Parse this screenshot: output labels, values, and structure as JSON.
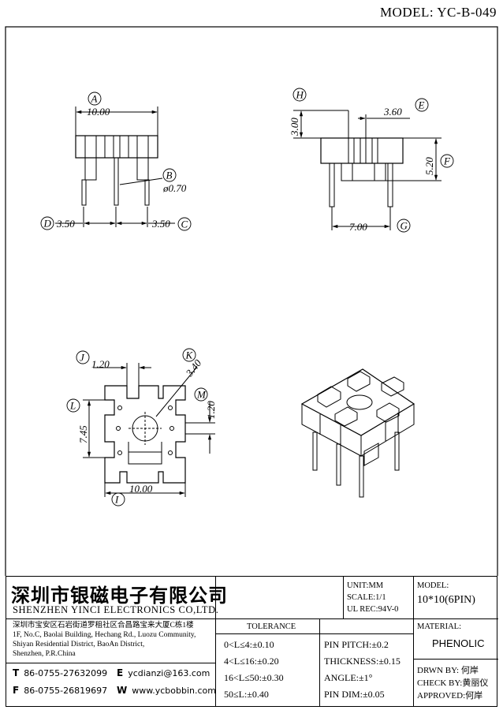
{
  "model_label": "MODEL: YC-B-049",
  "dims": {
    "A": "A",
    "A_val": "10.00",
    "B": "B",
    "B_val": "ø0.70",
    "C": "C",
    "C_val": "3.50",
    "D": "D",
    "D_val": "3.50",
    "E": "E",
    "E_val": "3.60",
    "F": "F",
    "F_val": "5.20",
    "G": "G",
    "G_val": "7.00",
    "H": "H",
    "H_val": "3.00",
    "I": "I",
    "I_val": "10.00",
    "J": "J",
    "J_val": "1.20",
    "K": "K",
    "K_val": "3.40",
    "L": "L",
    "L_val": "7.45",
    "M": "M",
    "M_val": "1.20"
  },
  "title_block": {
    "company_cn": "深圳市银磁电子有限公司",
    "company_en": "SHENZHEN YINCI ELECTRONICS CO,LTD.",
    "address": [
      "深圳市宝安区石岩街道罗租社区合昌路宝来大厦C栋1楼",
      "1F, No.C, Baolai Building, Hechang Rd., Luozu Community,",
      "Shiyan Residential District, BaoAn District,",
      "Shenzhen, P.R.China"
    ],
    "tel_label": "T",
    "tel": "86-0755-27632099",
    "fax_label": "F",
    "fax": "86-0755-26819697",
    "email_label": "E",
    "email": "ycdianzi@163.com",
    "web_label": "W",
    "web": "www.ycbobbin.com",
    "unit": "UNIT:MM",
    "scale": "SCALE:1/1",
    "ul": "UL REC:94V-0",
    "model_head": "MODEL:",
    "model_value": "10*10(6PIN)",
    "tolerance_head": "TOLERANCE",
    "tolerances": [
      "0<L≤4:±0.10",
      "4<L≤16:±0.20",
      "16<L≤50:±0.30",
      "50≤L:±0.40"
    ],
    "pin_specs": [
      "PIN PITCH:±0.2",
      "THICKNESS:±0.15",
      "ANGLE:±1°",
      "PIN DIM:±0.05"
    ],
    "material_head": "MATERIAL:",
    "material_value": "PHENOLIC",
    "drawn": "DRWN BY: 何岸",
    "checked": "CHECK BY:黄丽仪",
    "approved": "APPROVED:何岸"
  }
}
